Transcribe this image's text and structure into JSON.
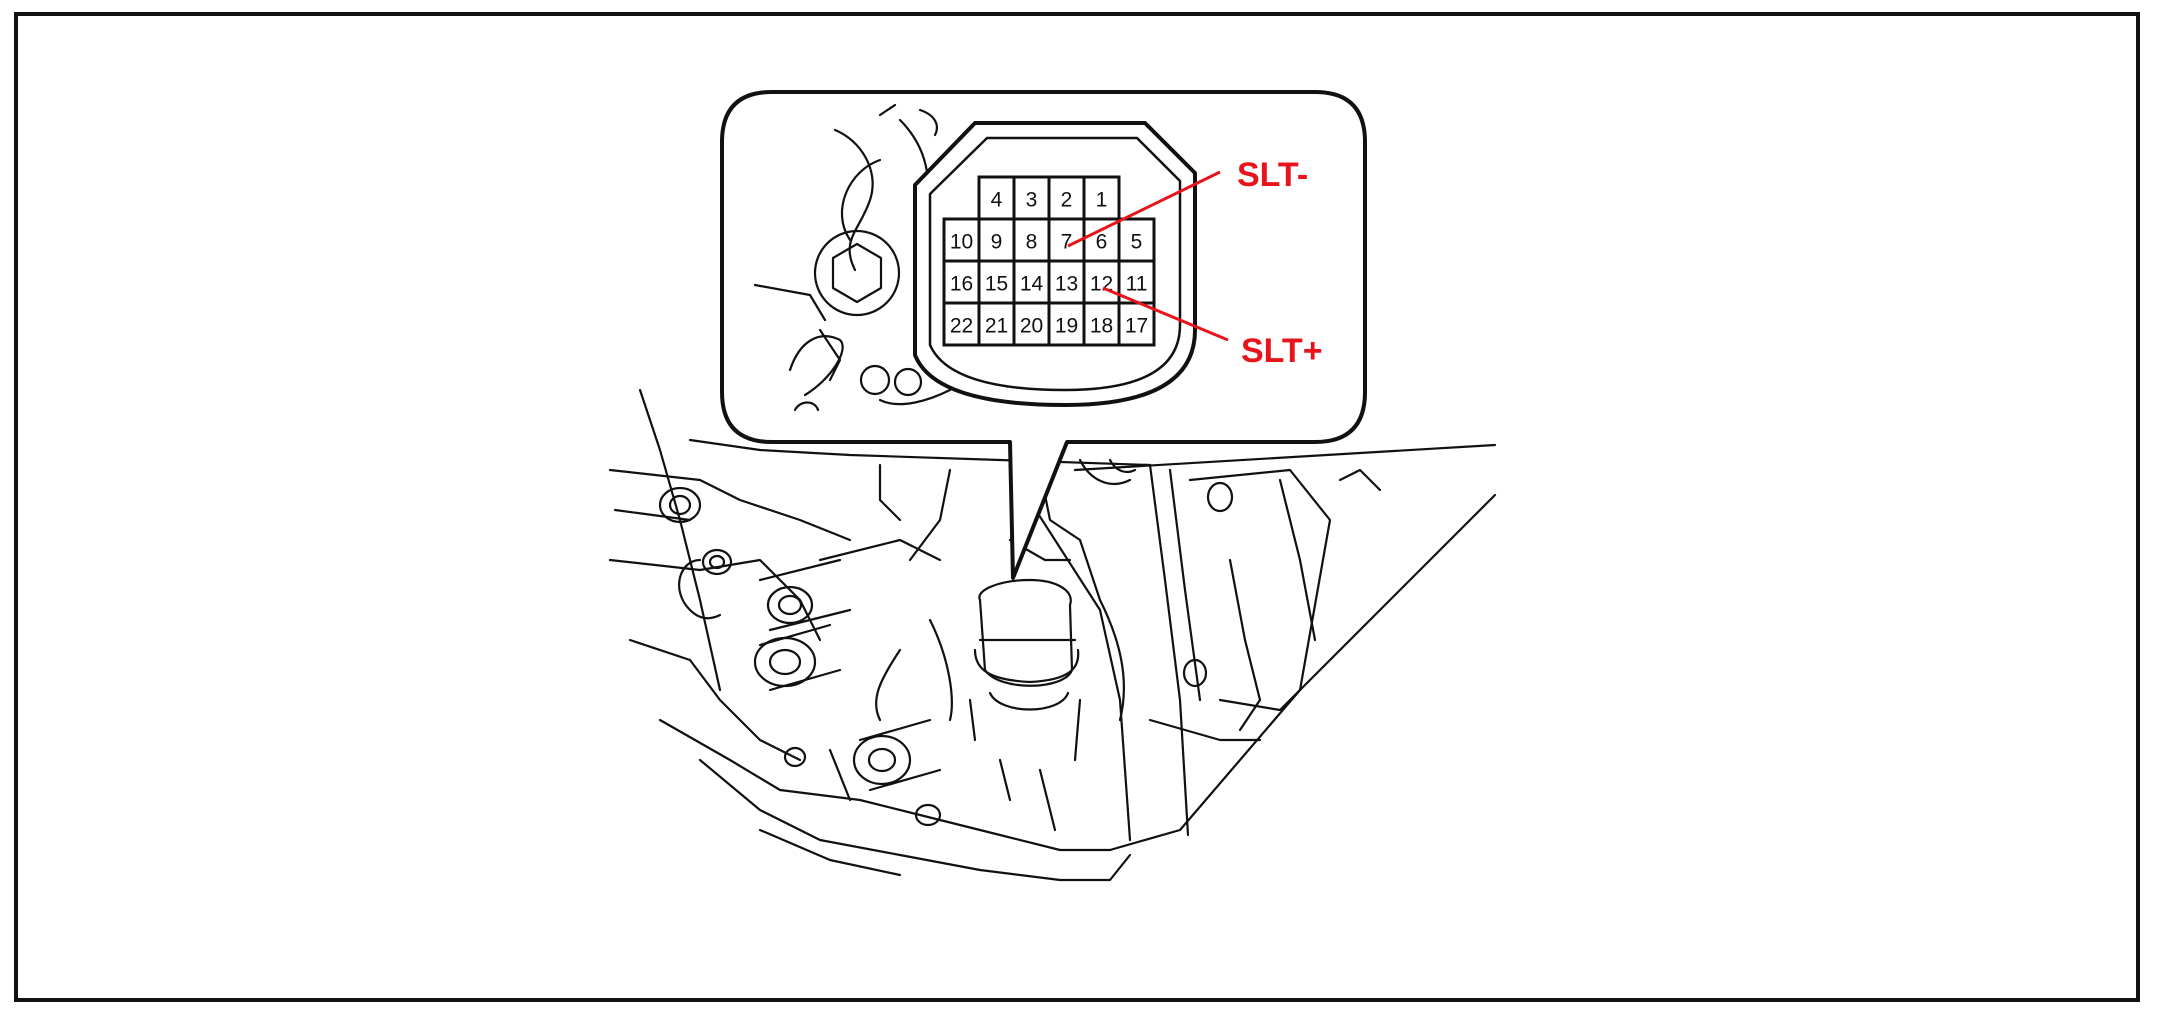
{
  "connector": {
    "pin_rows": [
      [
        "4",
        "3",
        "2",
        "1"
      ],
      [
        "10",
        "9",
        "8",
        "7",
        "6",
        "5"
      ],
      [
        "16",
        "15",
        "14",
        "13",
        "12",
        "11"
      ],
      [
        "22",
        "21",
        "20",
        "19",
        "18",
        "17"
      ]
    ]
  },
  "callouts": {
    "slt_minus": {
      "label": "SLT-",
      "pin": "7"
    },
    "slt_plus": {
      "label": "SLT+",
      "pin": "12"
    }
  },
  "colors": {
    "callout": "#e8141b",
    "ink": "#111111",
    "background": "#ffffff"
  }
}
